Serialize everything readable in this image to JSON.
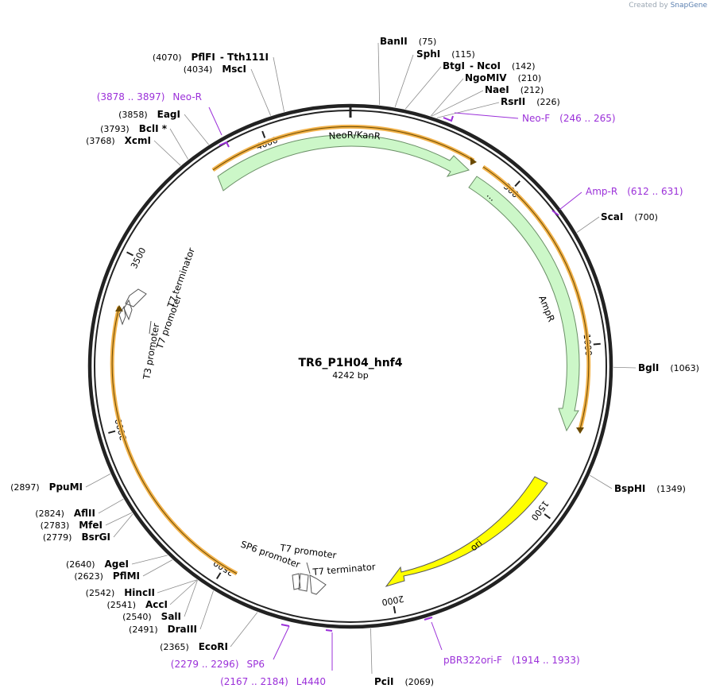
{
  "watermark": {
    "prefix": "Created by",
    "brand": "SnapGene"
  },
  "plasmid": {
    "name": "TR6_P1H04_hnf4",
    "length_label": "4242 bp"
  },
  "ticks": [
    "500",
    "1000",
    "1500",
    "2000",
    "2500",
    "3000",
    "3500",
    "4000"
  ],
  "sites": [
    {
      "name": "BanII",
      "pos": "(75)"
    },
    {
      "name": "SphI",
      "pos": "(115)"
    },
    {
      "name": "BtgI",
      "name2": "NcoI",
      "pos": "(142)"
    },
    {
      "name": "NgoMIV",
      "pos": "(210)"
    },
    {
      "name": "NaeI",
      "pos": "(212)"
    },
    {
      "name": "RsrII",
      "pos": "(226)"
    },
    {
      "name": "ScaI",
      "pos": "(700)"
    },
    {
      "name": "BglI",
      "pos": "(1063)"
    },
    {
      "name": "BspHI",
      "pos": "(1349)"
    },
    {
      "name": "PciI",
      "pos": "(2069)"
    },
    {
      "name": "EcoRI",
      "pos": "(2365)"
    },
    {
      "name": "DraIII",
      "pos": "(2491)"
    },
    {
      "name": "SalI",
      "pos": "(2540)"
    },
    {
      "name": "AccI",
      "pos": "(2541)"
    },
    {
      "name": "HincII",
      "pos": "(2542)"
    },
    {
      "name": "PflMI",
      "pos": "(2623)"
    },
    {
      "name": "AgeI",
      "pos": "(2640)"
    },
    {
      "name": "BsrGI",
      "pos": "(2779)"
    },
    {
      "name": "MfeI",
      "pos": "(2783)"
    },
    {
      "name": "AflII",
      "pos": "(2824)"
    },
    {
      "name": "PpuMI",
      "pos": "(2897)"
    },
    {
      "name": "XcmI",
      "pos": "(3768)"
    },
    {
      "name": "BclI *",
      "pos": "(3793)"
    },
    {
      "name": "EagI",
      "pos": "(3858)"
    },
    {
      "name": "MscI",
      "pos": "(4034)"
    },
    {
      "name": "PflFI",
      "name2": "Tth111I",
      "pos": "(4070)"
    }
  ],
  "primers": [
    {
      "name": "Neo-R",
      "pos": "(3878 .. 3897)"
    },
    {
      "name": "Neo-F",
      "pos": "(246 .. 265)"
    },
    {
      "name": "Amp-R",
      "pos": "(612 .. 631)"
    },
    {
      "name": "pBR322ori-F",
      "pos": "(1914 .. 1933)"
    },
    {
      "name": "L4440",
      "pos": "(2167 .. 2184)"
    },
    {
      "name": "SP6",
      "pos": "(2279 .. 2296)"
    }
  ],
  "features": {
    "neo": "NeoR/KanR",
    "amp": "AmpR",
    "ori": "ori",
    "dots": "...",
    "t7_term_a": "T7 terminator",
    "t7_prom_a": "T7 promoter",
    "t3_prom": "T3 promoter",
    "t7_prom_b": "T7 promoter",
    "sp6_prom": "SP6 promoter",
    "t7_term_b": "T7 terminator"
  },
  "colors": {
    "backbone": "#222222",
    "feature_green": "#ccf7c8",
    "ori_yellow": "#ffff00",
    "orf_orange": "#f2b24a",
    "primer_purple": "#9b30d9",
    "leader_gray": "#8c8c8c"
  }
}
